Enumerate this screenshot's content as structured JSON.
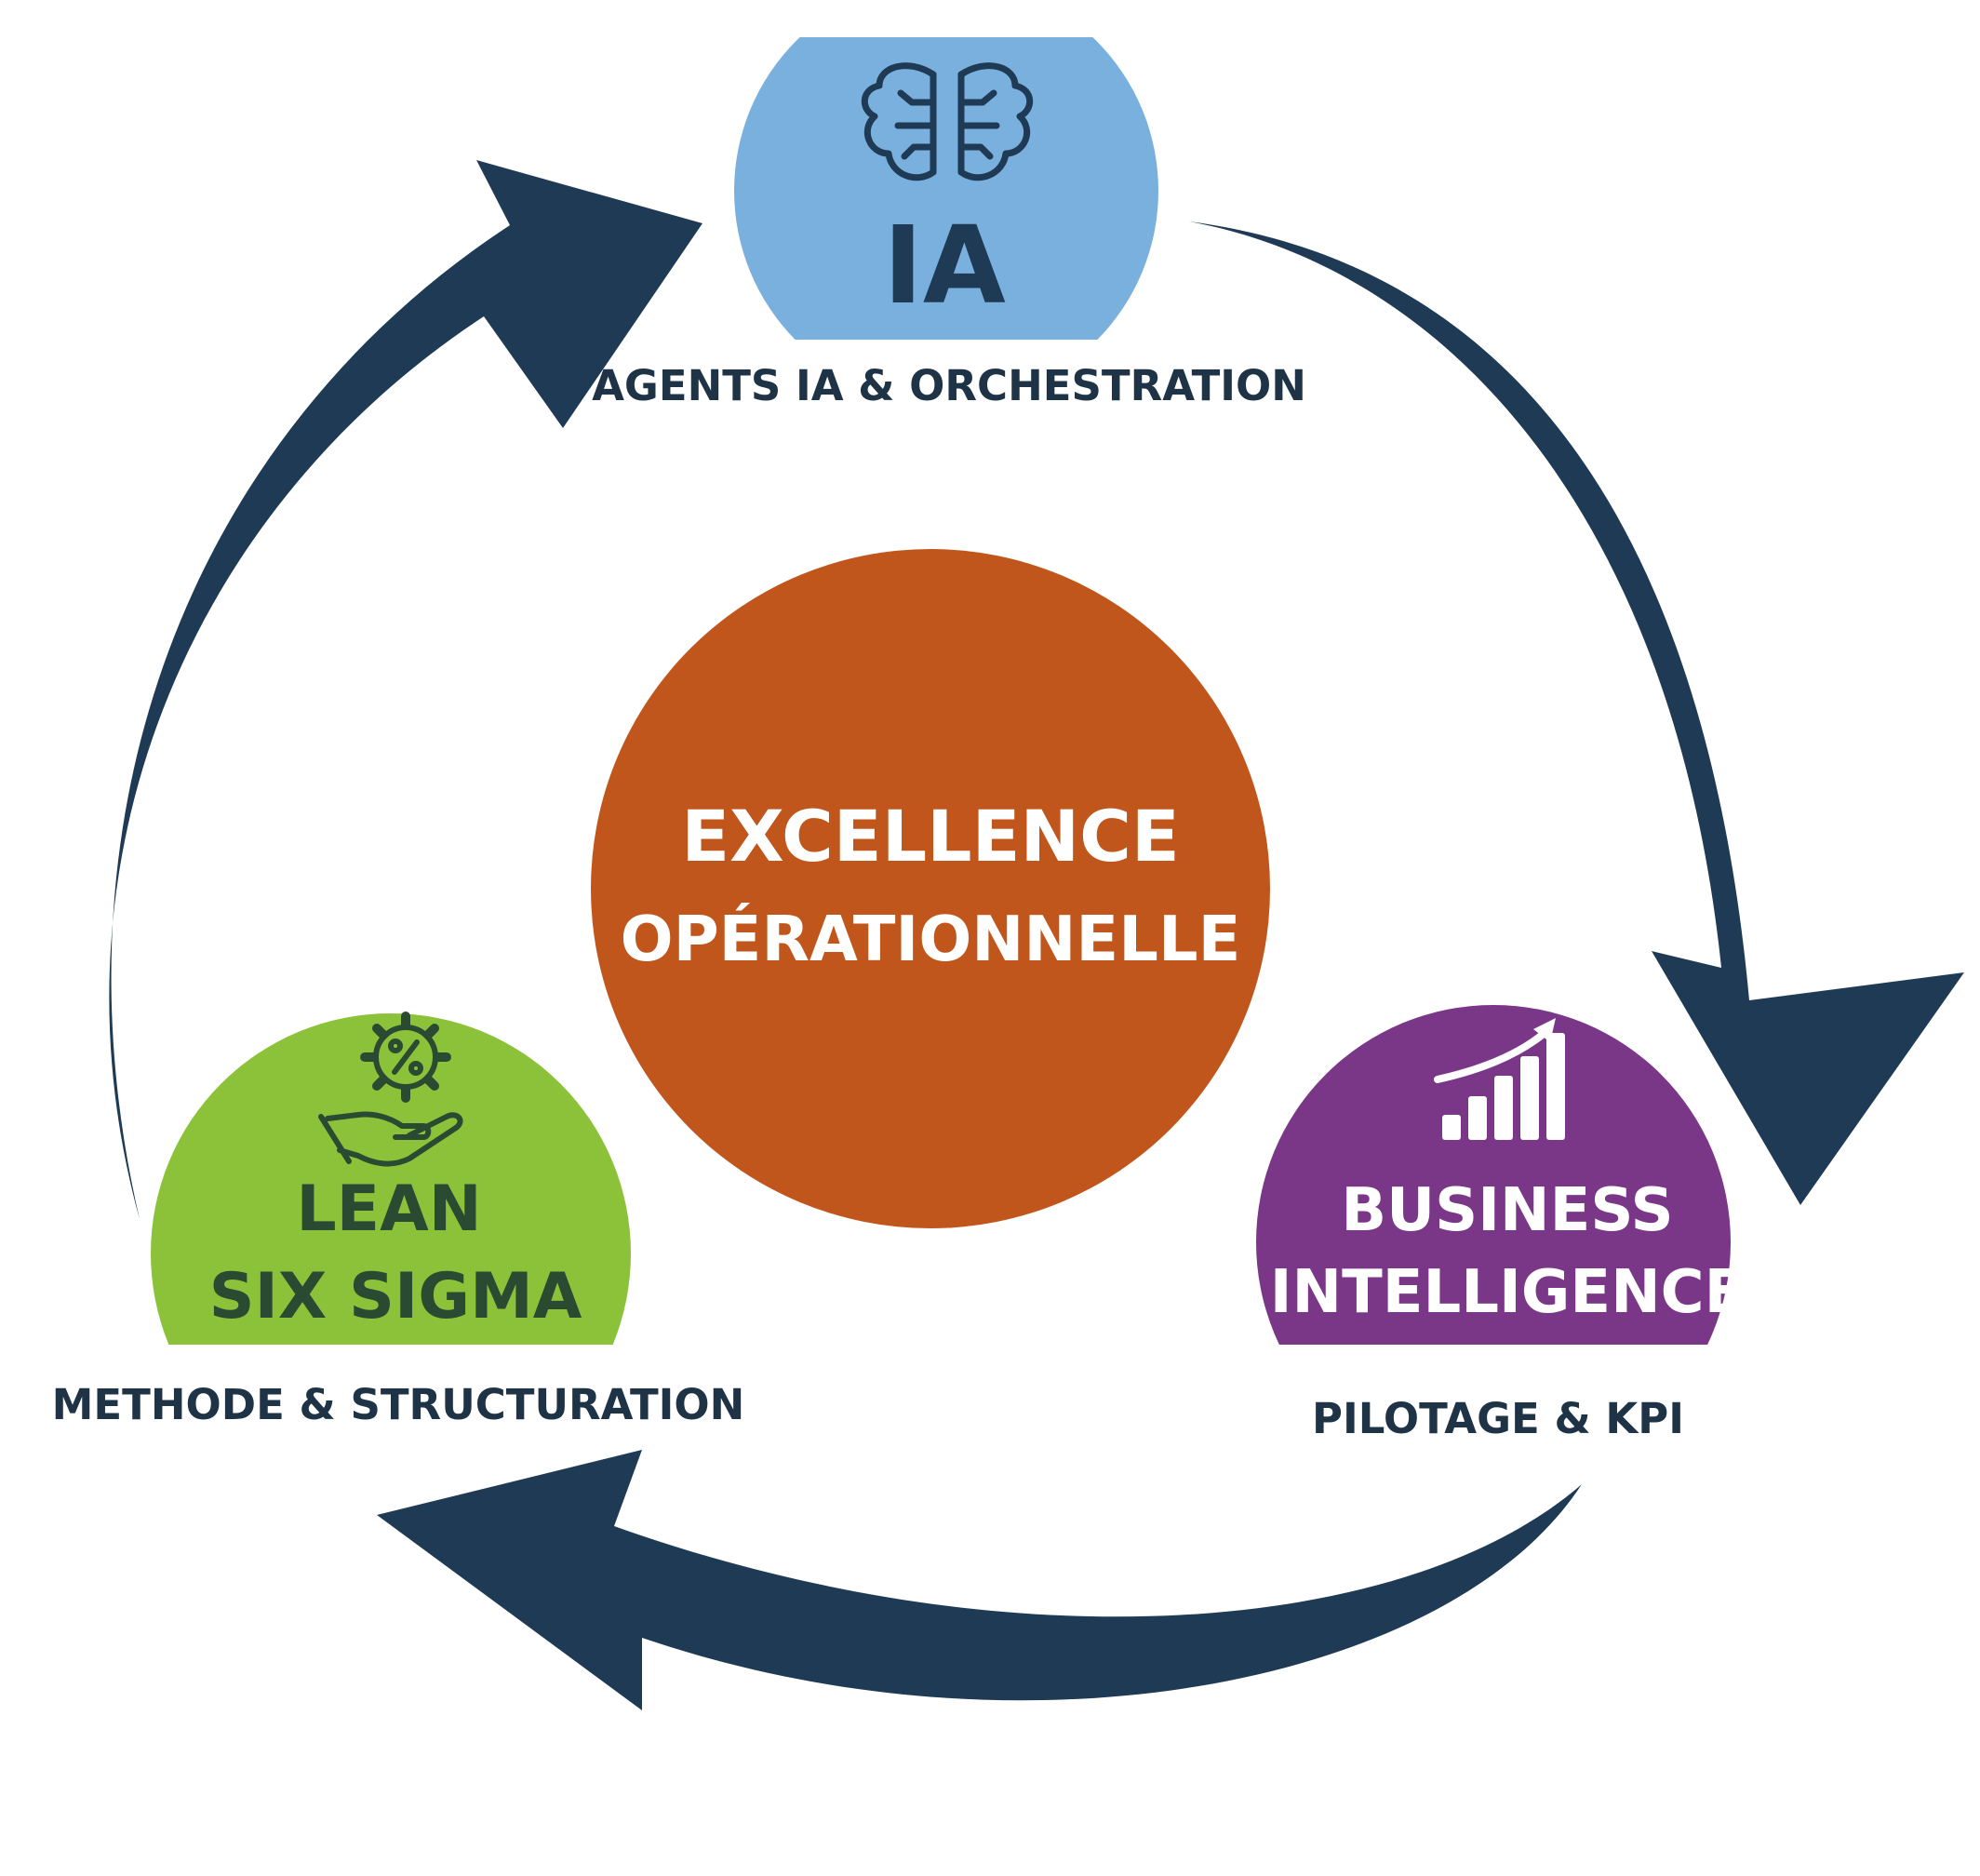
{
  "center": {
    "line1": "EXCELLENCE",
    "line2": "OPÉRATIONNELLE",
    "color": "#c0561b"
  },
  "nodes": {
    "ia": {
      "title": "IA",
      "subtitle": "AGENTS IA & ORCHESTRATION",
      "icon": "brain-icon",
      "color": "#7ab0de",
      "text_color": "#1f3a55"
    },
    "bi": {
      "title_line1": "BUSINESS",
      "title_line2": "INTELLIGENCE",
      "subtitle": "PILOTAGE & KPI",
      "icon": "growth-chart-icon",
      "color": "#7a3787",
      "text_color": "#ffffff"
    },
    "lean": {
      "title_line1": "LEAN",
      "title_line2": "SIX SIGMA",
      "subtitle": "METHODE & STRUCTURATION",
      "icon": "hand-gear-percent-icon",
      "color": "#8cc23a",
      "text_color": "#2b4a32"
    }
  },
  "arrows": {
    "color": "#1e3a54"
  }
}
